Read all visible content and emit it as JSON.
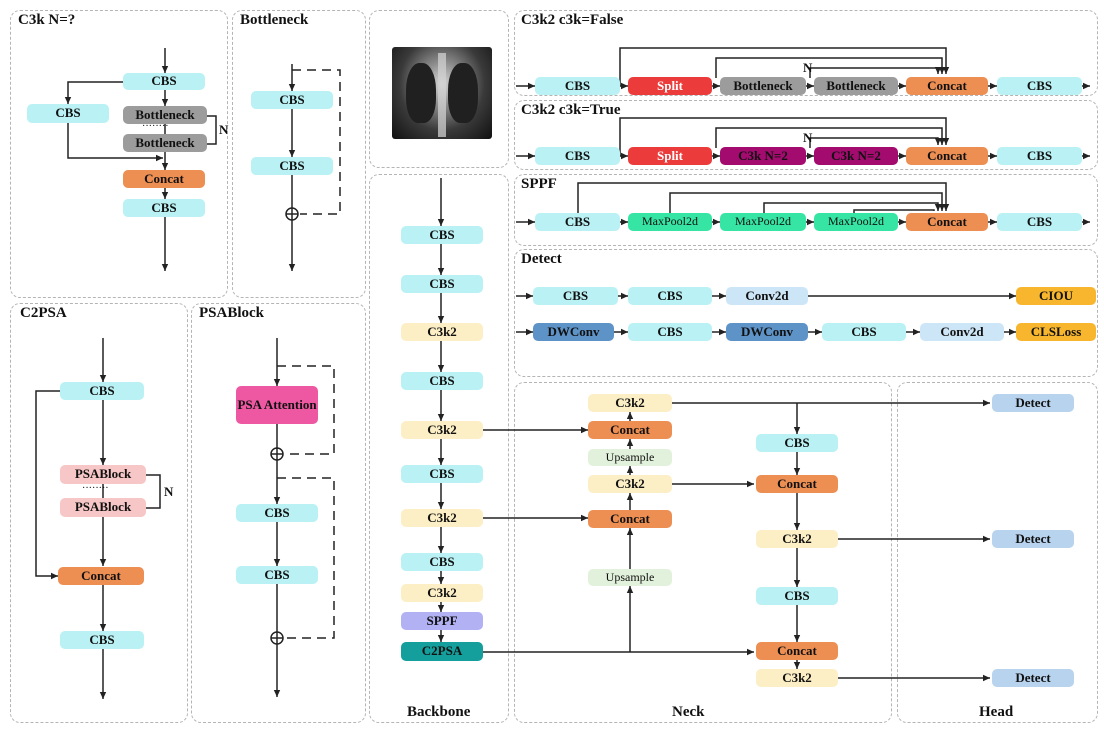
{
  "c3k": {
    "title": "C3k  N=?",
    "top_cbs": "CBS",
    "side_cbs": "CBS",
    "bottleneck_1": "Bottleneck",
    "dots": "········",
    "bottleneck_2": "Bottleneck",
    "n_label": "N",
    "concat": "Concat",
    "bottom_cbs": "CBS"
  },
  "bottleneck": {
    "title": "Bottleneck",
    "cbs_1": "CBS",
    "cbs_2": "CBS"
  },
  "c2psa": {
    "title": "C2PSA",
    "cbs_top": "CBS",
    "psablock_1": "PSABlock",
    "dots": "········",
    "psablock_2": "PSABlock",
    "n_label": "N",
    "concat": "Concat",
    "cbs_bottom": "CBS"
  },
  "psablock": {
    "title": "PSABlock",
    "psa_attention": "PSA Attention",
    "cbs_1": "CBS",
    "cbs_2": "CBS"
  },
  "backbone": {
    "label": "Backbone",
    "nodes": [
      "CBS",
      "CBS",
      "C3k2",
      "CBS",
      "C3k2",
      "CBS",
      "C3k2",
      "CBS",
      "C3k2",
      "SPPF",
      "C2PSA"
    ]
  },
  "c3k2_false": {
    "title": "C3k2  c3k=False",
    "cbs_in": "CBS",
    "split": "Split",
    "b1": "Bottleneck",
    "n_label": "N",
    "b2": "Bottleneck",
    "concat": "Concat",
    "cbs_out": "CBS"
  },
  "c3k2_true": {
    "title": "C3k2  c3k=True",
    "cbs_in": "CBS",
    "split": "Split",
    "b1": "C3k  N=2",
    "n_label": "N",
    "b2": "C3k  N=2",
    "concat": "Concat",
    "cbs_out": "CBS"
  },
  "sppf": {
    "title": "SPPF",
    "cbs_in": "CBS",
    "mp1": "MaxPool2d",
    "mp2": "MaxPool2d",
    "mp3": "MaxPool2d",
    "concat": "Concat",
    "cbs_out": "CBS"
  },
  "detect_block": {
    "title": "Detect",
    "row1": [
      "CBS",
      "CBS",
      "Conv2d",
      "CIOU"
    ],
    "row2": [
      "DWConv",
      "CBS",
      "DWConv",
      "CBS",
      "Conv2d",
      "CLSLoss"
    ]
  },
  "neck": {
    "label": "Neck",
    "col1": [
      "C3k2",
      "Concat",
      "Upsample",
      "C3k2",
      "Concat",
      "Upsample"
    ],
    "col2": [
      "CBS",
      "Concat",
      "C3k2",
      "CBS",
      "Concat",
      "C3k2"
    ]
  },
  "head": {
    "label": "Head",
    "detects": [
      "Detect",
      "Detect",
      "Detect"
    ]
  },
  "colors": {
    "cbs": "#b9f1f4",
    "bottleneck": "#9c9c9c",
    "concat": "#ed8e53",
    "split": "#ec3b3b",
    "c3k": "#a30b6f",
    "maxpool": "#36e5a4",
    "c3k2": "#fcefc6",
    "upsample": "#e2f1db",
    "psablock": "#f7c6c6",
    "psa_attention": "#ee57a1",
    "sppf": "#b1b1f3",
    "c2psa": "#149e9c",
    "conv2d": "#cde6f7",
    "dwconv": "#5e93c8",
    "loss": "#f7b62e",
    "detect": "#b7d3ee"
  }
}
